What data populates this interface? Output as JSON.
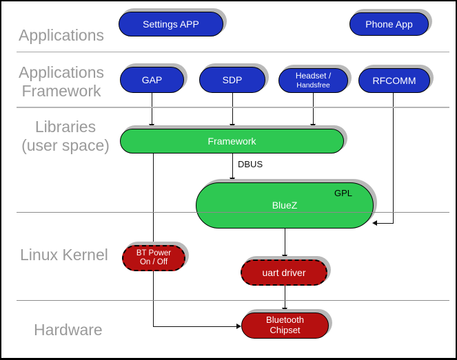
{
  "diagram": {
    "layer_labels": {
      "applications": "Applications",
      "applications_framework_line1": "Applications",
      "applications_framework_line2": "Framework",
      "libraries_line1": "Libraries",
      "libraries_line2": "(user space)",
      "linux_kernel": "Linux Kernel",
      "hardware": "Hardware"
    },
    "nodes": {
      "settings_app": {
        "label": "Settings APP"
      },
      "phone_app": {
        "label": "Phone App"
      },
      "gap": {
        "label": "GAP"
      },
      "sdp": {
        "label": "SDP"
      },
      "headset": {
        "label_line1": "Headset /",
        "label_line2": "Handsfree"
      },
      "rfcomm": {
        "label": "RFCOMM"
      },
      "framework": {
        "label": "Framework"
      },
      "bluez": {
        "label": "BlueZ",
        "badge": "GPL"
      },
      "bt_power": {
        "label_line1": "BT Power",
        "label_line2": "On / Off"
      },
      "uart_driver": {
        "label": "uart driver"
      },
      "bluetooth_chipset": {
        "label_line1": "Bluetooth",
        "label_line2": "Chipset"
      }
    },
    "edge_labels": {
      "dbus": "DBUS"
    },
    "colors": {
      "app_blue": "#1d33c2",
      "lib_green": "#2ec852",
      "kernel_red": "#b61010",
      "layer_label_gray": "#9a9a9a",
      "shadow_gray": "#b9b9b9",
      "line_black": "#111111"
    }
  }
}
